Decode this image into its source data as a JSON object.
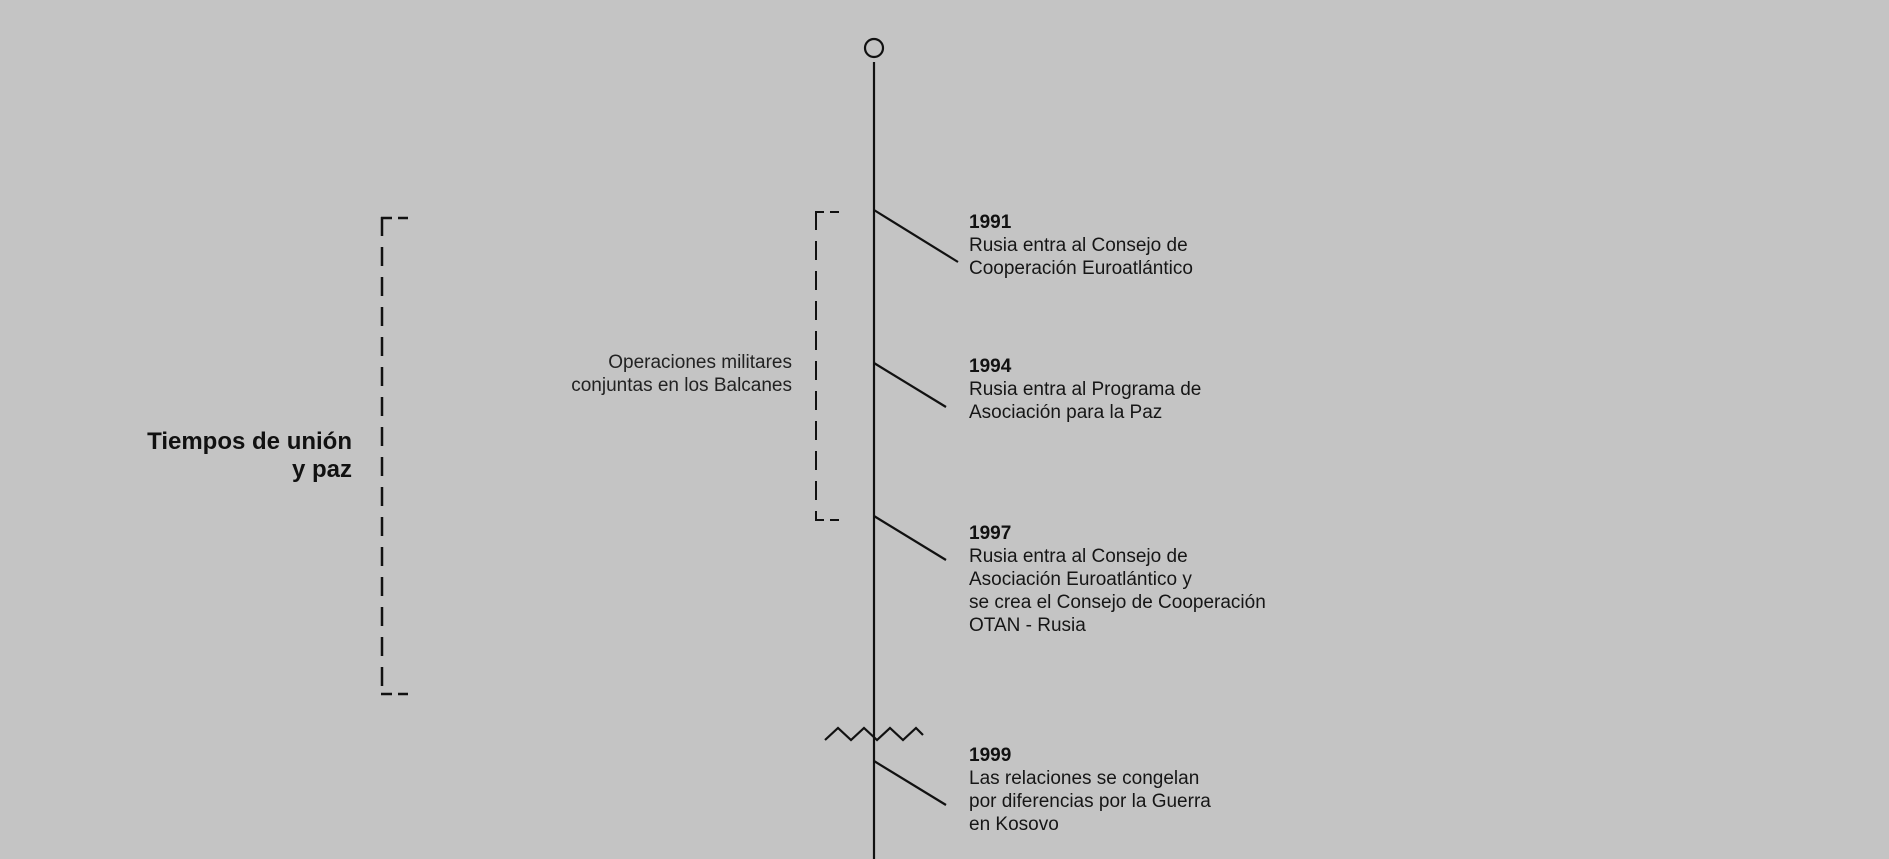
{
  "era": {
    "label": "Tiempos de unión\ny paz"
  },
  "group": {
    "label": "Operaciones militares\nconjuntas en los Balcanes"
  },
  "events": [
    {
      "year": "1991",
      "description": "Rusia entra al Consejo de\nCooperación Euroatlántico"
    },
    {
      "year": "1994",
      "description": "Rusia entra al Programa de\nAsociación para la Paz"
    },
    {
      "year": "1997",
      "description": "Rusia entra al Consejo de\nAsociación Euroatlántico y\nse crea el Consejo de Cooperación\nOTAN - Rusia"
    },
    {
      "year": "1999",
      "description": "Las relaciones se congelan\npor diferencias por la Guerra\nen Kosovo"
    }
  ],
  "colors": {
    "background": "#c4c4c4",
    "line": "#111111"
  }
}
